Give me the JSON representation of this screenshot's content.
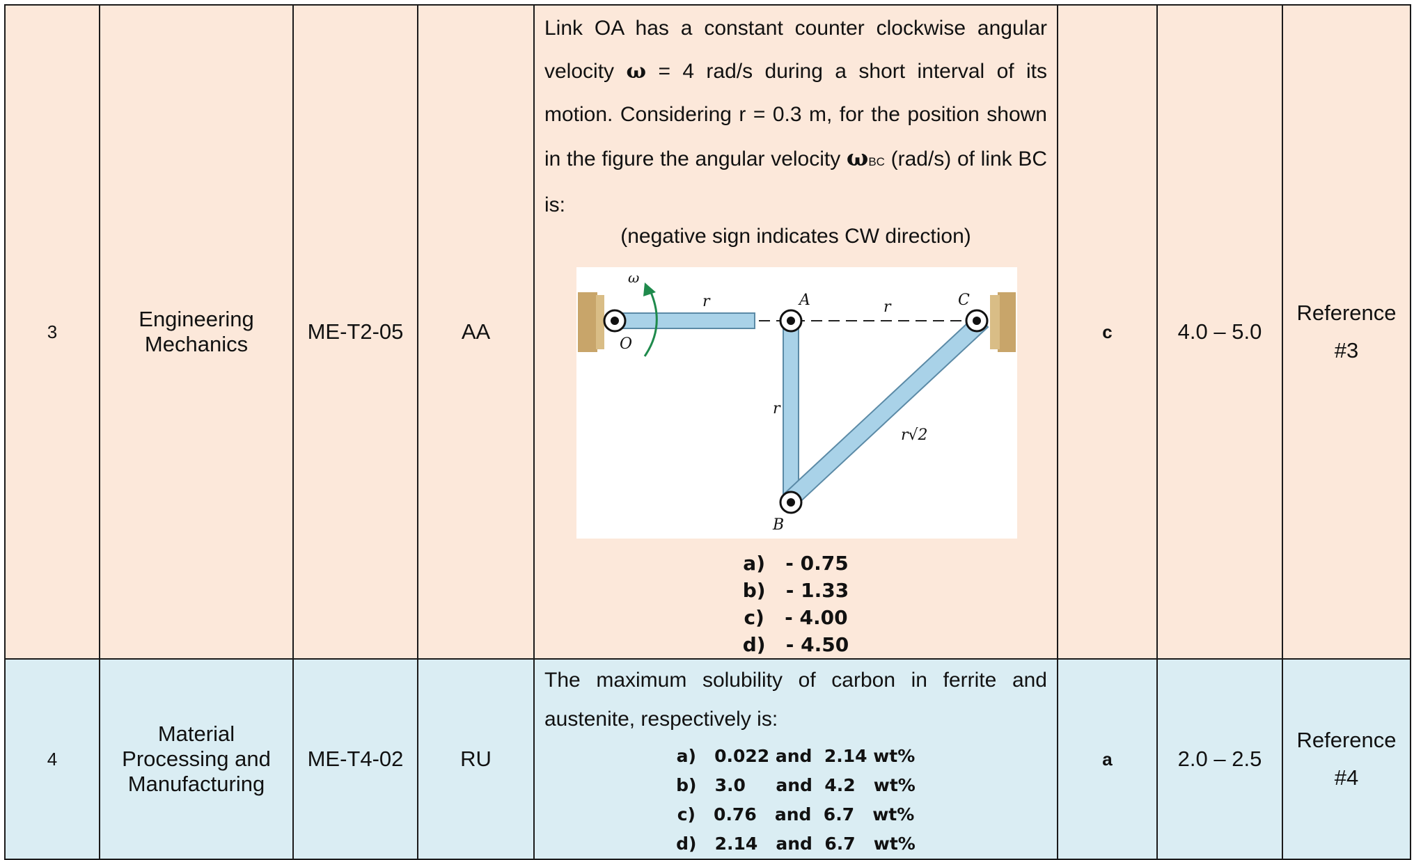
{
  "rows": [
    {
      "number": "3",
      "subject": "Engineering Mechanics",
      "code": "ME-T2-05",
      "level": "AA",
      "question": {
        "intro": "Link OA has a constant counter clockwise angular velocity",
        "omega_symbol": "ω",
        "omega_value": "= 4 rad/s during a short interval of its motion. Considering r = 0.3 m, for the position shown in the figure the angular velocity",
        "omega_bc_symbol": "ω",
        "omega_bc_sub": "BC",
        "tail": "(rad/s) of link BC is:",
        "note": "(negative sign indicates CW direction)",
        "figure_labels": {
          "omega": "ω",
          "r_top_left": "r",
          "r_top_right": "r",
          "r_vertical": "r",
          "r_diag": "r√2",
          "A": "A",
          "B": "B",
          "C": "C",
          "O": "O"
        },
        "options": [
          "a)   - 0.75",
          "b)   - 1.33",
          "c)   - 4.00",
          "d)   - 4.50"
        ]
      },
      "answer": "c",
      "time": "4.0 – 5.0",
      "reference": "Reference #3"
    },
    {
      "number": "4",
      "subject": "Material Processing and Manufacturing",
      "code": "ME-T4-02",
      "level": "RU",
      "question": {
        "text": "The maximum solubility of carbon in ferrite and austenite, respectively is:",
        "options": [
          "a)   0.022 and  2.14 wt%",
          "b)   3.0     and  4.2   wt%",
          "c)   0.76   and  6.7   wt%",
          "d)   2.14   and  6.7   wt%"
        ]
      },
      "answer": "a",
      "time": "2.0 – 2.5",
      "reference": "Reference #4"
    }
  ],
  "colors": {
    "row3_bg": "#fce8da",
    "row4_bg": "#daedf3",
    "link_fill": "#a9d2e8",
    "link_stroke": "#5b8aa6",
    "support": "#c8a56a",
    "arrow": "#1f8a4c"
  }
}
